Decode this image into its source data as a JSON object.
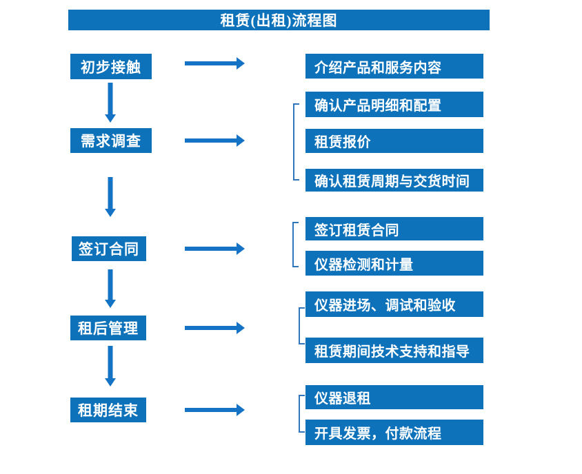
{
  "title": "租赁(出租)流程图",
  "colors": {
    "primary": "#0d72ba",
    "arrow": "#1573c5",
    "bracket": "#2e75bc",
    "text": "#ffffff",
    "background": "#ffffff"
  },
  "flow": {
    "steps": [
      {
        "label": "初步接触",
        "details": [
          "介绍产品和服务内容"
        ]
      },
      {
        "label": "需求调查",
        "details": [
          "确认产品明细和配置",
          "租赁报价",
          "确认租赁周期与交货时间"
        ]
      },
      {
        "label": "签订合同",
        "details": [
          "签订租赁合同",
          "仪器检测和计量"
        ]
      },
      {
        "label": "租后管理",
        "details": [
          "仪器进场、调试和验收",
          "租赁期间技术支持和指导"
        ]
      },
      {
        "label": "租期结束",
        "details": [
          "仪器退租",
          "开具发票，付款流程"
        ]
      }
    ]
  }
}
